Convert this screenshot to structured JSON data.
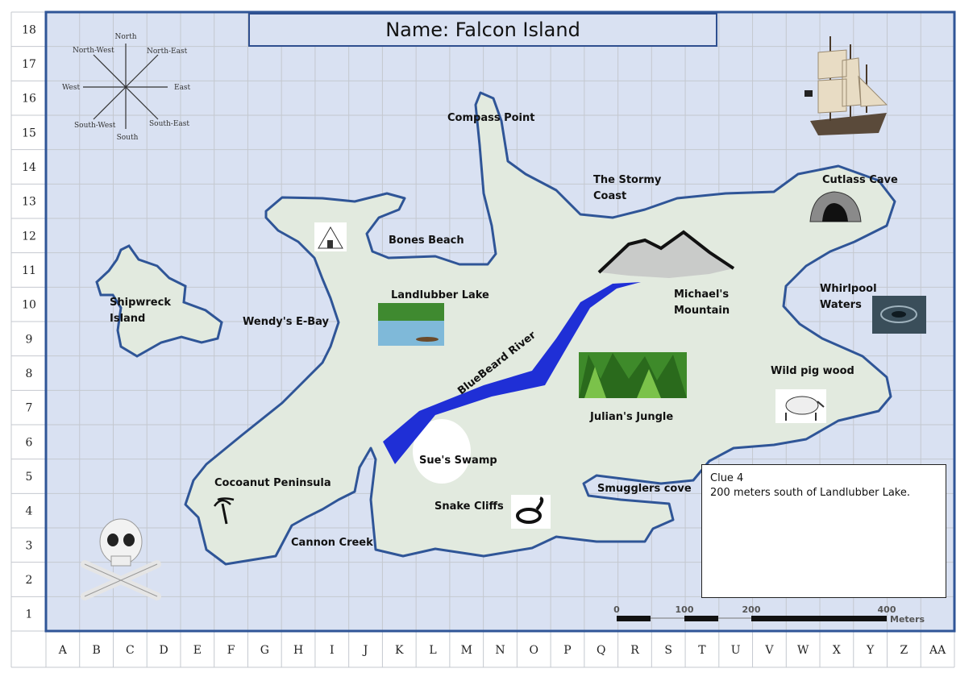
{
  "title": "Name: Falcon Island",
  "rows": [
    "18",
    "17",
    "16",
    "15",
    "14",
    "13",
    "12",
    "11",
    "10",
    "9",
    "8",
    "7",
    "6",
    "5",
    "4",
    "3",
    "2",
    "1"
  ],
  "columns": [
    "A",
    "B",
    "C",
    "D",
    "E",
    "F",
    "G",
    "H",
    "I",
    "J",
    "K",
    "L",
    "M",
    "N",
    "O",
    "P",
    "Q",
    "R",
    "S",
    "T",
    "U",
    "V",
    "W",
    "X",
    "Y",
    "Z",
    "AA"
  ],
  "compass": {
    "north": "North",
    "south": "South",
    "east": "East",
    "west": "West",
    "north_east": "North-East",
    "north_west": "North-West",
    "south_east": "South-East",
    "south_west": "South-West"
  },
  "places": {
    "compass_point": "Compass Point",
    "stormy_coast_1": "The Stormy",
    "stormy_coast_2": "Coast",
    "cutlass_cave": "Cutlass Cave",
    "bones_beach": "Bones Beach",
    "shipwreck_1": "Shipwreck",
    "shipwreck_2": "Island",
    "wendys_ebay": "Wendy's E-Bay",
    "landlubber_lake": "Landlubber Lake",
    "michaels_1": "Michael's",
    "michaels_2": "Mountain",
    "whirlpool_1": "Whirlpool",
    "whirlpool_2": "Waters",
    "bluebeard_river": "BlueBeard River",
    "wild_pig_wood": "Wild pig wood",
    "julians_jungle": "Julian's Jungle",
    "sues_swamp": "Sue's Swamp",
    "cocoanut_peninsula": "Cocoanut Peninsula",
    "smugglers_cove": "Smugglers cove",
    "snake_cliffs": "Snake Cliffs",
    "cannon_creek": "Cannon Creek"
  },
  "clue": {
    "heading": "Clue 4",
    "text": "200 meters south of Landlubber Lake."
  },
  "scale": {
    "ticks": [
      "0",
      "100",
      "200",
      "400"
    ],
    "unit": "Meters"
  },
  "colors": {
    "sea": "#d9e1f2",
    "land": "#e2eadf",
    "coast": "#2f5597",
    "river": "#1f2fd6"
  }
}
